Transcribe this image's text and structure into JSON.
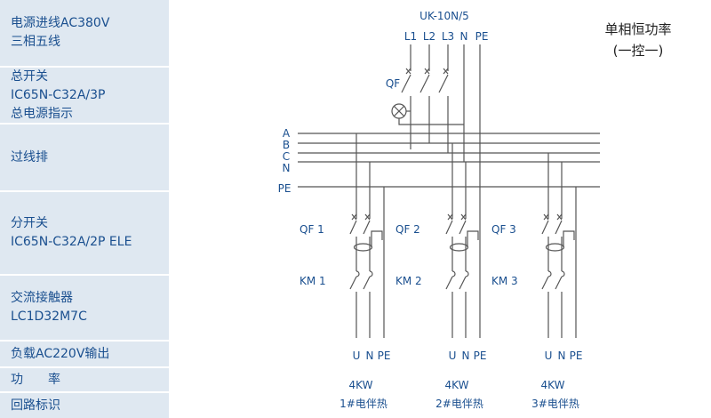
{
  "sidebar": {
    "rows": [
      {
        "lines": [
          "电源进线AC380V",
          "三相五线"
        ]
      },
      {
        "lines": [
          "总开关",
          "IC65N-C32A/3P",
          "总电源指示"
        ]
      },
      {
        "lines": [
          "过线排"
        ]
      },
      {
        "lines": [
          "分开关",
          "IC65N-C32A/2P ELE"
        ]
      },
      {
        "lines": [
          "交流接触器",
          "LC1D32M7C"
        ]
      },
      {
        "lines": [
          "负载AC220V输出"
        ]
      },
      {
        "lines": [
          "功　　率"
        ]
      },
      {
        "lines": [
          "回路标识"
        ]
      }
    ]
  },
  "diagram": {
    "title_line1": "单相恒功率",
    "title_line2": "(一控一)",
    "incoming_model": "UK-10N/5",
    "incoming_terminals": [
      "L1",
      "L2",
      "L3",
      "N",
      "PE"
    ],
    "main_breaker_label": "QF",
    "bus_labels": [
      "A",
      "B",
      "C",
      "N",
      "PE"
    ],
    "branches": [
      {
        "breaker": "QF 1",
        "contactor": "KM 1",
        "outputs": [
          "U",
          "N",
          "PE"
        ],
        "power": "4KW",
        "circuit": "1#电伴热"
      },
      {
        "breaker": "QF 2",
        "contactor": "KM 2",
        "outputs": [
          "U",
          "N",
          "PE"
        ],
        "power": "4KW",
        "circuit": "2#电伴热"
      },
      {
        "breaker": "QF 3",
        "contactor": "KM 3",
        "outputs": [
          "U",
          "N",
          "PE"
        ],
        "power": "4KW",
        "circuit": "3#电伴热"
      }
    ]
  }
}
